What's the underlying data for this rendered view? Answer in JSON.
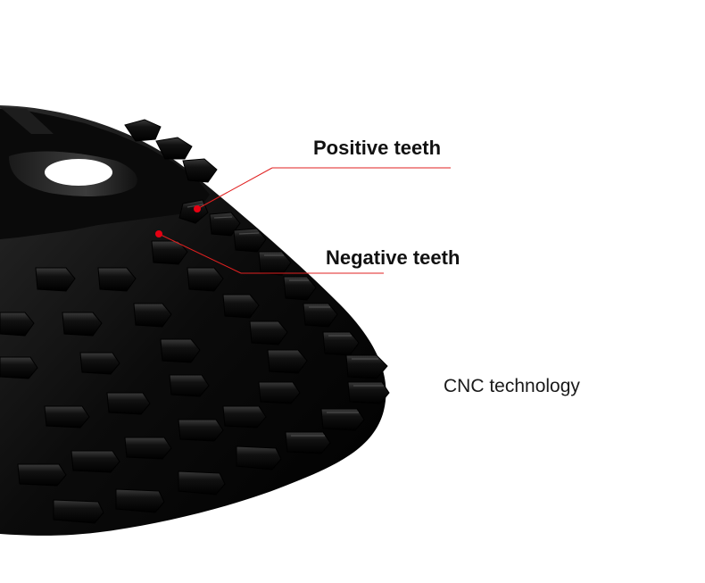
{
  "labels": {
    "positive_teeth": "Positive teeth",
    "negative_teeth": "Negative teeth",
    "cnc_technology": "CNC technology"
  },
  "colors": {
    "background": "#ffffff",
    "callout_line": "#e02020",
    "callout_dot": "#e60012",
    "cassette": "#0d0d0d"
  },
  "image": {
    "subject": "bicycle-cassette-sprockets-icon"
  }
}
